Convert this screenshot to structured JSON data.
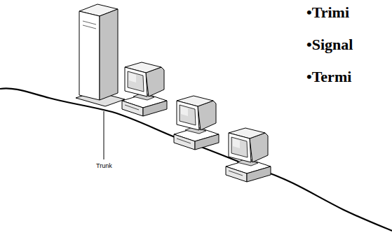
{
  "diagram": {
    "labels": [
      "•Trimi",
      "•Signal",
      "•Termi",
      "Trunk"
    ]
  }
}
